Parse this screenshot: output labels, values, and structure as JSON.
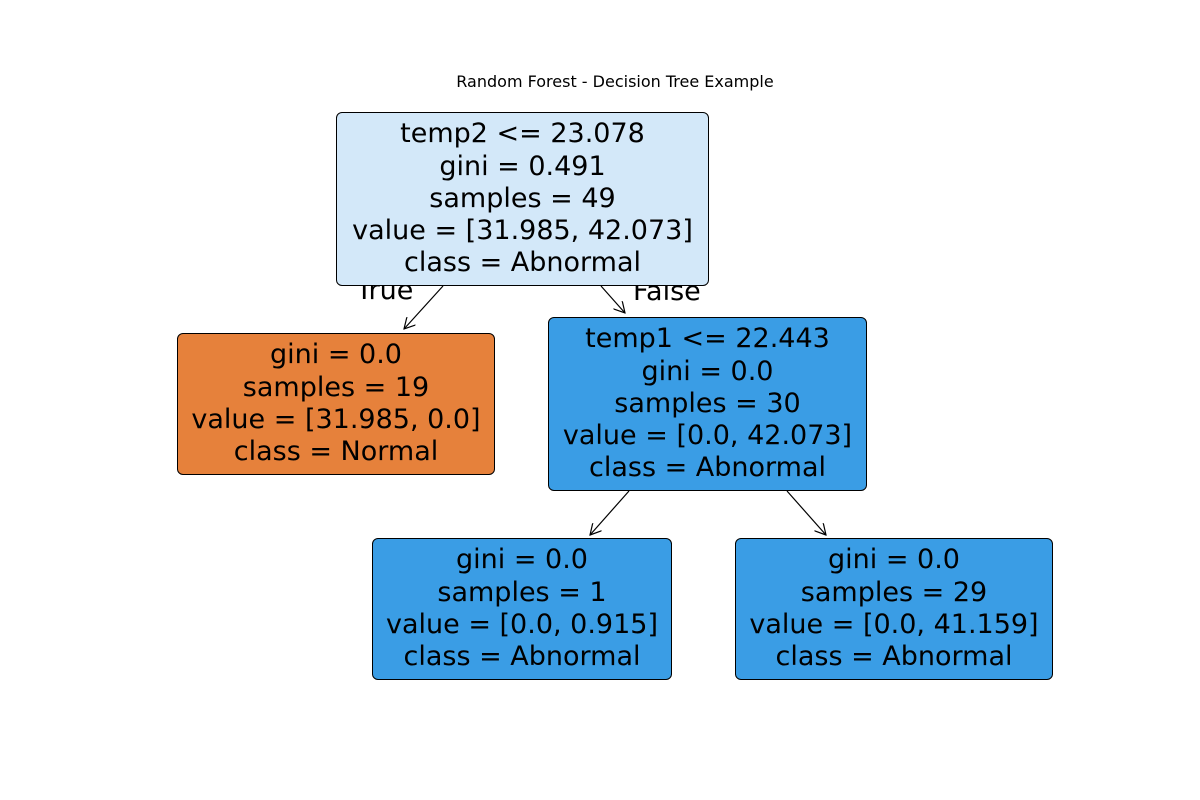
{
  "title": "Random Forest - Decision Tree Example",
  "colors": {
    "root": "#d3e8f9",
    "normal": "#e6813b",
    "abnormal": "#3a9de5",
    "border": "#000000",
    "edge": "#000000"
  },
  "edge_labels": {
    "true": "True",
    "false": "False"
  },
  "nodes": {
    "root": {
      "split": "temp2 <= 23.078",
      "gini": "gini = 0.491",
      "samples": "samples = 49",
      "value": "value = [31.985, 42.073]",
      "class": "class = Abnormal"
    },
    "left": {
      "gini": "gini = 0.0",
      "samples": "samples = 19",
      "value": "value = [31.985, 0.0]",
      "class": "class = Normal"
    },
    "right": {
      "split": "temp1 <= 22.443",
      "gini": "gini = 0.0",
      "samples": "samples = 30",
      "value": "value = [0.0, 42.073]",
      "class": "class = Abnormal"
    },
    "right_left": {
      "gini": "gini = 0.0",
      "samples": "samples = 1",
      "value": "value = [0.0, 0.915]",
      "class": "class = Abnormal"
    },
    "right_right": {
      "gini": "gini = 0.0",
      "samples": "samples = 29",
      "value": "value = [0.0, 41.159]",
      "class": "class = Abnormal"
    }
  }
}
